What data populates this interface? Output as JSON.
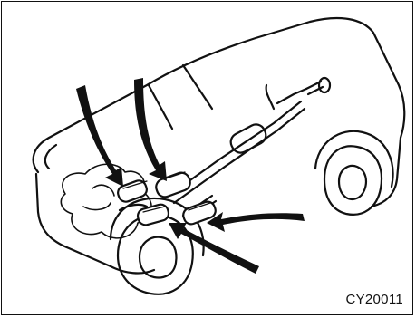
{
  "figure": {
    "code": "CY20011",
    "line_color": "#111111",
    "background": "#ffffff"
  },
  "icons": {
    "vehicle": "van-underbody-illustration",
    "callouts": "converter-pointer-arrows"
  }
}
